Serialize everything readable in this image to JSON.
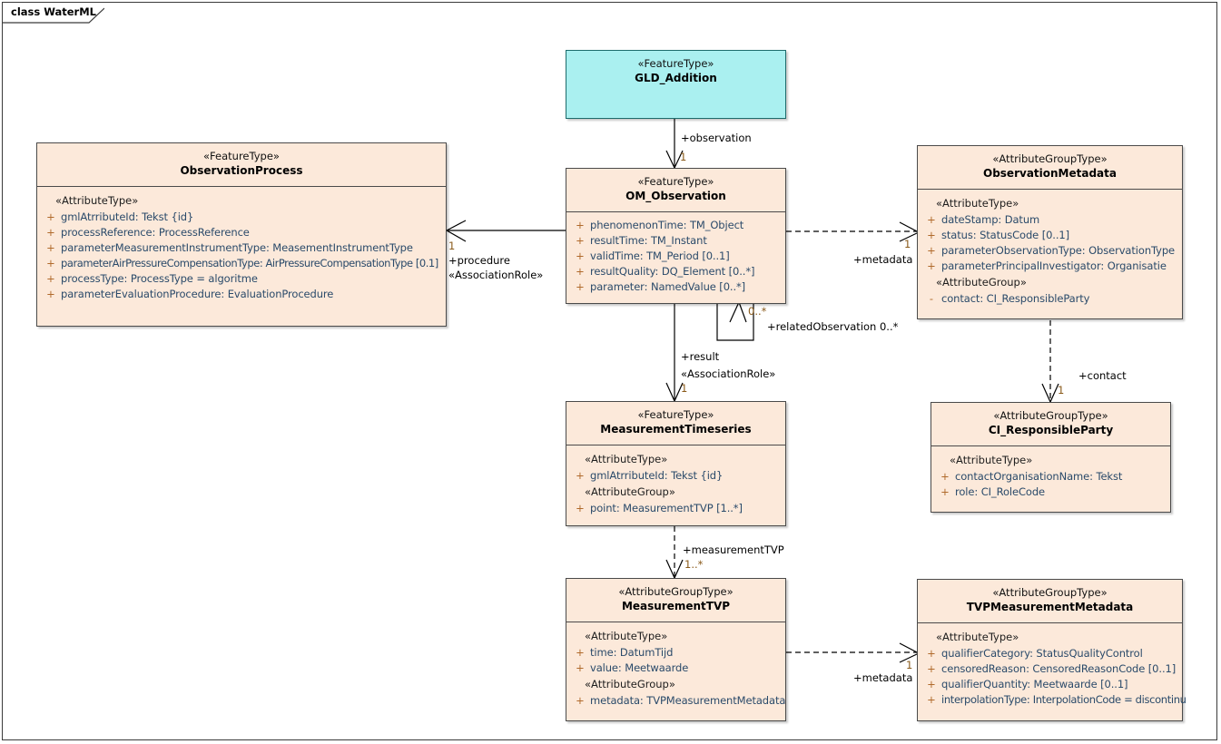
{
  "diagram": {
    "frame_label": "class WaterML",
    "colors": {
      "class_fill": "#fce9da",
      "highlight_fill": "#aaf0f0",
      "border": "#4a4a4a",
      "attribute_text": "#2a4a6a",
      "visibility_text": "#b06a2c",
      "connector": "#000000"
    }
  },
  "classes": {
    "gld_addition": {
      "stereotype": "«FeatureType»",
      "name": "GLD_Addition",
      "groups": []
    },
    "observation_process": {
      "stereotype": "«FeatureType»",
      "name": "ObservationProcess",
      "groups": [
        {
          "label": "«AttributeType»",
          "attributes": [
            {
              "visibility": "+",
              "text": "gmlAtrributeId: Tekst {id}"
            },
            {
              "visibility": "+",
              "text": "processReference: ProcessReference"
            },
            {
              "visibility": "+",
              "text": "parameterMeasurementInstrumentType: MeasementInstrumentType"
            },
            {
              "visibility": "+",
              "text": "parameterAirPressureCompensationType: AirPressureCompensationType [0.1]"
            },
            {
              "visibility": "+",
              "text": "processType: ProcessType = algoritme"
            },
            {
              "visibility": "+",
              "text": "parameterEvaluationProcedure: EvaluationProcedure"
            }
          ]
        }
      ]
    },
    "om_observation": {
      "stereotype": "«FeatureType»",
      "name": "OM_Observation",
      "groups": [
        {
          "label": "",
          "attributes": [
            {
              "visibility": "+",
              "text": "phenomenonTime: TM_Object"
            },
            {
              "visibility": "+",
              "text": "resultTime: TM_Instant"
            },
            {
              "visibility": "+",
              "text": "validTime: TM_Period [0..1]"
            },
            {
              "visibility": "+",
              "text": "resultQuality: DQ_Element [0..*]"
            },
            {
              "visibility": "+",
              "text": "parameter: NamedValue [0..*]"
            }
          ]
        }
      ]
    },
    "observation_metadata": {
      "stereotype": "«AttributeGroupType»",
      "name": "ObservationMetadata",
      "groups": [
        {
          "label": "«AttributeType»",
          "attributes": [
            {
              "visibility": "+",
              "text": "dateStamp: Datum"
            },
            {
              "visibility": "+",
              "text": "status: StatusCode [0..1]"
            },
            {
              "visibility": "+",
              "text": "parameterObservationType: ObservationType"
            },
            {
              "visibility": "+",
              "text": "parameterPrincipalInvestigator: Organisatie"
            }
          ]
        },
        {
          "label": "«AttributeGroup»",
          "attributes": [
            {
              "visibility": "-",
              "text": "contact: CI_ResponsibleParty"
            }
          ]
        }
      ]
    },
    "measurement_timeseries": {
      "stereotype": "«FeatureType»",
      "name": "MeasurementTimeseries",
      "groups": [
        {
          "label": "«AttributeType»",
          "attributes": [
            {
              "visibility": "+",
              "text": "gmlAtrributeId: Tekst {id}"
            }
          ]
        },
        {
          "label": "«AttributeGroup»",
          "attributes": [
            {
              "visibility": "+",
              "text": "point: MeasurementTVP [1..*]"
            }
          ]
        }
      ]
    },
    "ci_responsible_party": {
      "stereotype": "«AttributeGroupType»",
      "name": "CI_ResponsibleParty",
      "groups": [
        {
          "label": "«AttributeType»",
          "attributes": [
            {
              "visibility": "+",
              "text": "contactOrganisationName: Tekst"
            },
            {
              "visibility": "+",
              "text": "role: CI_RoleCode"
            }
          ]
        }
      ]
    },
    "measurement_tvp": {
      "stereotype": "«AttributeGroupType»",
      "name": "MeasurementTVP",
      "groups": [
        {
          "label": "«AttributeType»",
          "attributes": [
            {
              "visibility": "+",
              "text": "time: DatumTijd"
            },
            {
              "visibility": "+",
              "text": "value: Meetwaarde"
            }
          ]
        },
        {
          "label": "«AttributeGroup»",
          "attributes": [
            {
              "visibility": "+",
              "text": "metadata: TVPMeasurementMetadata"
            }
          ]
        }
      ]
    },
    "tvp_measurement_metadata": {
      "stereotype": "«AttributeGroupType»",
      "name": "TVPMeasurementMetadata",
      "groups": [
        {
          "label": "«AttributeType»",
          "attributes": [
            {
              "visibility": "+",
              "text": "qualifierCategory: StatusQualityControl"
            },
            {
              "visibility": "+",
              "text": "censoredReason: CensoredReasonCode [0..1]"
            },
            {
              "visibility": "+",
              "text": "qualifierQuantity: Meetwaarde [0..1]"
            },
            {
              "visibility": "+",
              "text": "interpolationType: InterpolationCode = discontinu"
            }
          ]
        }
      ]
    }
  },
  "connectors": {
    "observation": {
      "role": "+observation",
      "multiplicity": "1"
    },
    "procedure": {
      "role": "+procedure",
      "stereotype": "«AssociationRole»",
      "multiplicity": "1"
    },
    "metadata_top": {
      "role": "+metadata",
      "multiplicity": "1"
    },
    "related_observation": {
      "role": "+relatedObservation 0..*",
      "multiplicity": "0..*"
    },
    "result": {
      "role": "+result",
      "stereotype": "«AssociationRole»",
      "multiplicity": "1"
    },
    "contact": {
      "role": "+contact",
      "multiplicity": "1"
    },
    "measurement_tvp": {
      "role": "+measurementTVP",
      "multiplicity": "1..*"
    },
    "metadata_bottom": {
      "role": "+metadata",
      "multiplicity": "1"
    }
  }
}
